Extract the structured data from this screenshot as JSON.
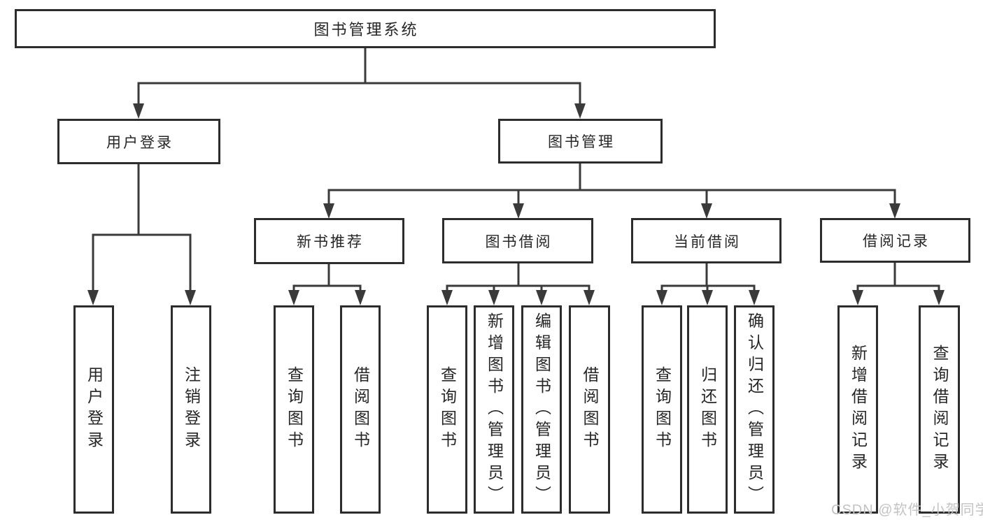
{
  "tree": {
    "root": "图书管理系统",
    "children": [
      {
        "label": "用户登录",
        "children": [
          "用户登录",
          "注销登录"
        ]
      },
      {
        "label": "图书管理",
        "children": [
          {
            "label": "新书推荐",
            "children": [
              "查询图书",
              "借阅图书"
            ]
          },
          {
            "label": "图书借阅",
            "children": [
              "查询图书",
              "新增图书（管理员）",
              "编辑图书（管理员）",
              "借阅图书"
            ]
          },
          {
            "label": "当前借阅",
            "children": [
              "查询图书",
              "归还图书",
              "确认归还（管理员）"
            ]
          },
          {
            "label": "借阅记录",
            "children": [
              "新增借阅记录",
              "查询借阅记录"
            ]
          }
        ]
      }
    ]
  },
  "watermark": {
    "text": "CSDN @软件_小贺同学"
  },
  "colors": {
    "line": "#3a3a3a",
    "box_border": "#2d2d2d",
    "text": "#262626",
    "watermark": "#c3c3c3",
    "background": "#ffffff"
  }
}
